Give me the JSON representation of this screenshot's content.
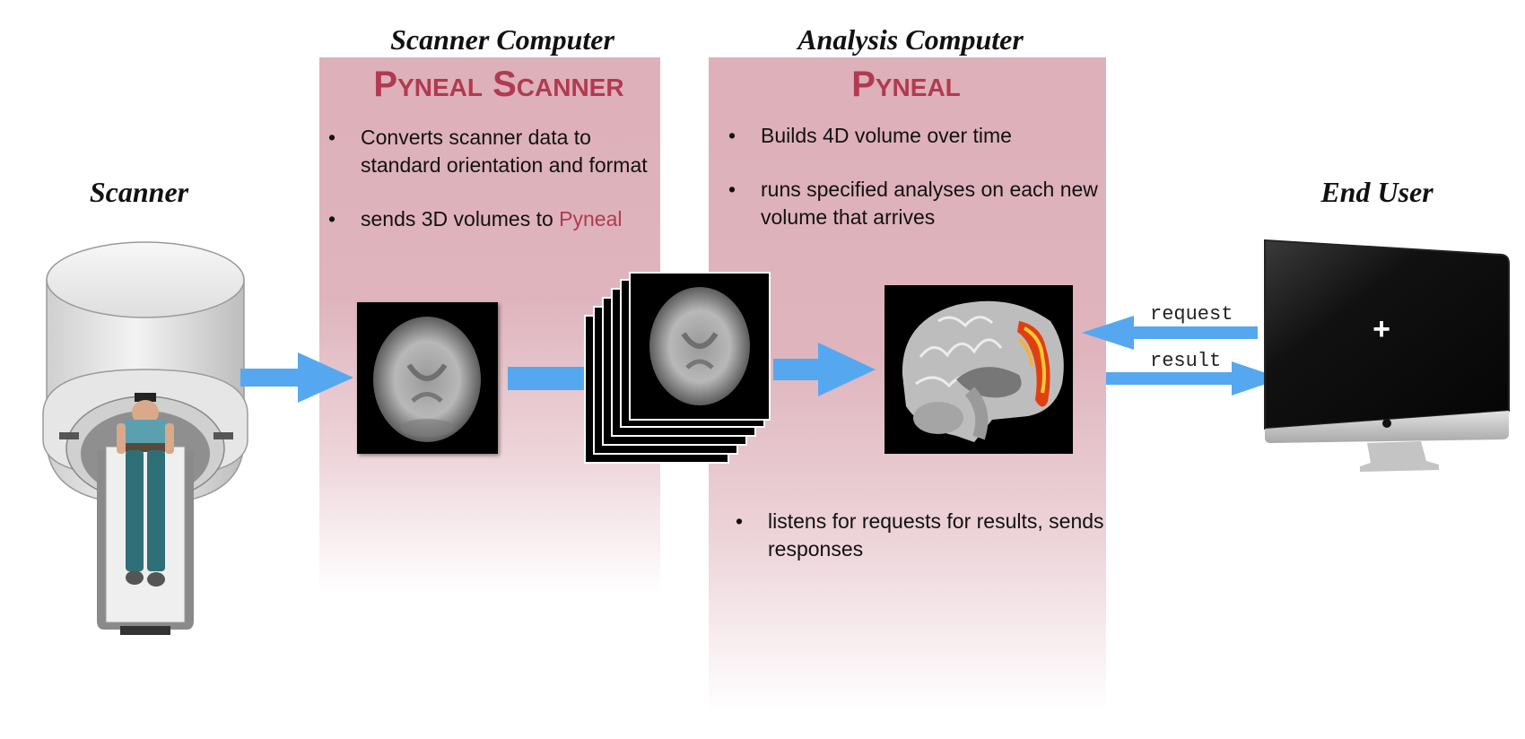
{
  "columns": {
    "scanner": {
      "title": "Scanner"
    },
    "scanner_computer": {
      "title": "Scanner Computer",
      "panel_title": "Pyneal Scanner",
      "bullets": [
        "Converts scanner data to standard orientation and format",
        "sends 3D volumes to"
      ],
      "bullet_accent": "Pyneal"
    },
    "analysis_computer": {
      "title": "Analysis Computer",
      "panel_title": "Pyneal",
      "bullets": [
        "Builds 4D volume over time",
        "runs specified analyses on each new volume that arrives"
      ],
      "bottom_bullets": [
        "listens for requests for results, sends responses"
      ]
    },
    "end_user": {
      "title": "End User"
    }
  },
  "arrows": {
    "request_label": "request",
    "result_label": "result"
  },
  "monitor": {
    "cursor_symbol": "+"
  },
  "colors": {
    "arrow": "#55a8f0",
    "panel": "#deb0b9",
    "accent": "#b03a51"
  },
  "icons": [
    "mri-scanner-icon",
    "brain-slice-icon",
    "volume-stack-icon",
    "brain-activation-icon",
    "monitor-icon"
  ]
}
